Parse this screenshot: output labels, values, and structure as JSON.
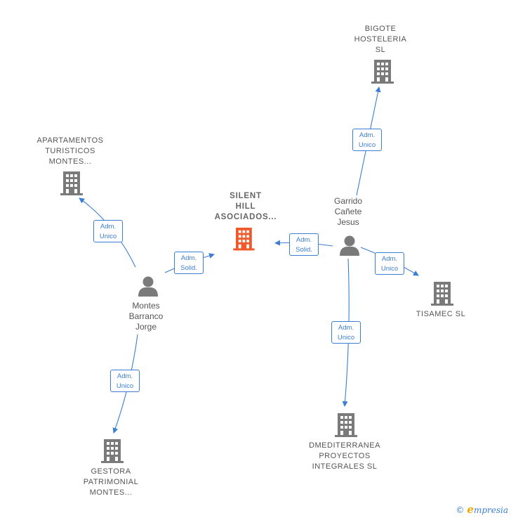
{
  "colors": {
    "edge": "#3b7ed4",
    "node": "#7a7a7a",
    "main_node": "#f0592a",
    "label": "#555555"
  },
  "main_company": {
    "label": "SILENT\nHILL\nASOCIADOS...",
    "icon": "building-icon"
  },
  "companies": [
    {
      "id": "bigote",
      "label": "BIGOTE\nHOSTELERIA\nSL",
      "icon": "building-icon"
    },
    {
      "id": "apartamentos",
      "label": "APARTAMENTOS\nTURISTICOS\nMONTES...",
      "icon": "building-icon"
    },
    {
      "id": "tisamec",
      "label": "TISAMEC SL",
      "icon": "building-icon"
    },
    {
      "id": "dmediterranea",
      "label": "DMEDITERRANEA\nPROYECTOS\nINTEGRALES SL",
      "icon": "building-icon"
    },
    {
      "id": "gestora",
      "label": "GESTORA\nPATRIMONIAL\nMONTES...",
      "icon": "building-icon"
    }
  ],
  "people": [
    {
      "id": "garrido",
      "label": "Garrido\nCañete\nJesus",
      "icon": "person-icon"
    },
    {
      "id": "montes",
      "label": "Montes\nBarranco\nJorge",
      "icon": "person-icon"
    }
  ],
  "relations": [
    {
      "id": "r1",
      "from": "garrido",
      "to": "bigote",
      "line1": "Adm.",
      "line2": "Unico"
    },
    {
      "id": "r2",
      "from": "garrido",
      "to": "main",
      "line1": "Adm.",
      "line2": "Solid."
    },
    {
      "id": "r3",
      "from": "garrido",
      "to": "tisamec",
      "line1": "Adm.",
      "line2": "Unico"
    },
    {
      "id": "r4",
      "from": "garrido",
      "to": "dmediterranea",
      "line1": "Adm.",
      "line2": "Unico"
    },
    {
      "id": "r5",
      "from": "montes",
      "to": "apartamentos",
      "line1": "Adm.",
      "line2": "Unico"
    },
    {
      "id": "r6",
      "from": "montes",
      "to": "main",
      "line1": "Adm.",
      "line2": "Solid."
    },
    {
      "id": "r7",
      "from": "montes",
      "to": "gestora",
      "line1": "Adm.",
      "line2": "Unico"
    }
  ],
  "watermark": {
    "copyright": "©",
    "brand_initial": "e",
    "brand_rest": "mpresia"
  }
}
